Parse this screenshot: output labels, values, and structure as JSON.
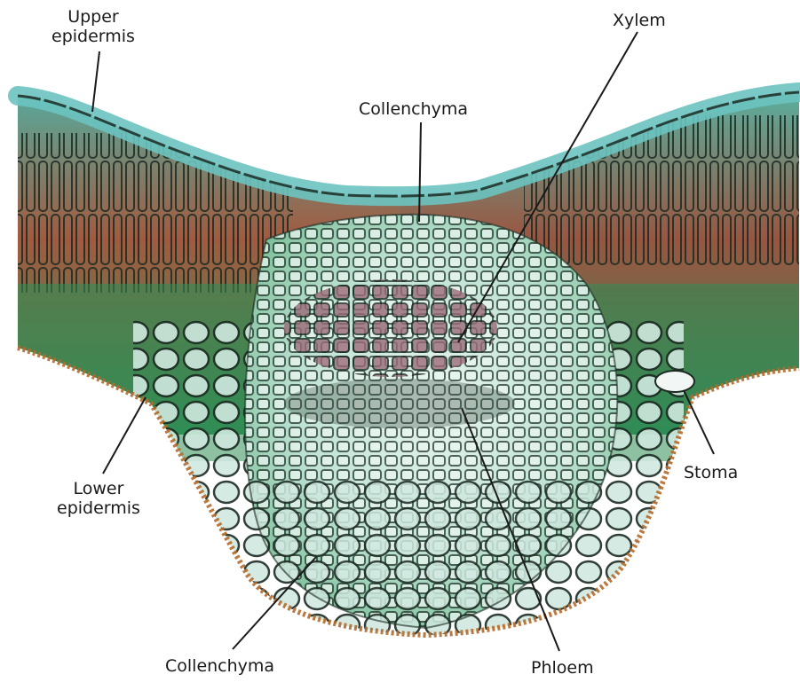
{
  "labels": {
    "upper_epidermis_line1": "Upper",
    "upper_epidermis_line2": "epidermis",
    "xylem": "Xylem",
    "collenchyma_top": "Collenchyma",
    "lower_epidermis_line1": "Lower",
    "lower_epidermis_line2": "epidermis",
    "stoma": "Stoma",
    "collenchyma_bottom": "Collenchyma",
    "phloem": "Phloem"
  },
  "colors": {
    "tissue_green": "#3f9a5a",
    "tissue_teal": "#3aa6a0",
    "palisade_red": "#b0504a",
    "cell_wall": "#1b2a22",
    "cell_light": "#d9eee6",
    "leader_line": "#1a1a1a"
  }
}
